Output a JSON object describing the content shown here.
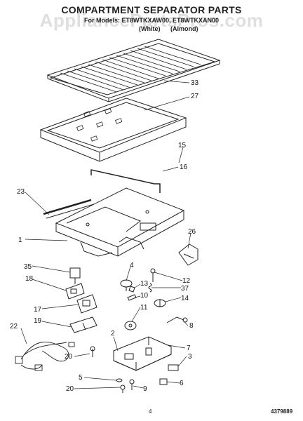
{
  "title": "COMPARTMENT SEPARATOR PARTS",
  "watermark": "AppliancePartsPros.com",
  "models_line": "For Models: ET8WTKXAW00, ET8WTKXAN00",
  "colors": [
    "(White)",
    "(Almond)"
  ],
  "callouts": [
    "33",
    "27",
    "15",
    "16",
    "23",
    "1",
    "26",
    "35",
    "4",
    "12",
    "18",
    "37",
    "13",
    "10",
    "14",
    "11",
    "17",
    "19",
    "22",
    "8",
    "2",
    "7",
    "20",
    "3",
    "5",
    "6",
    "20",
    "9"
  ],
  "footer": {
    "page": "4",
    "doc_number": "4379889"
  }
}
